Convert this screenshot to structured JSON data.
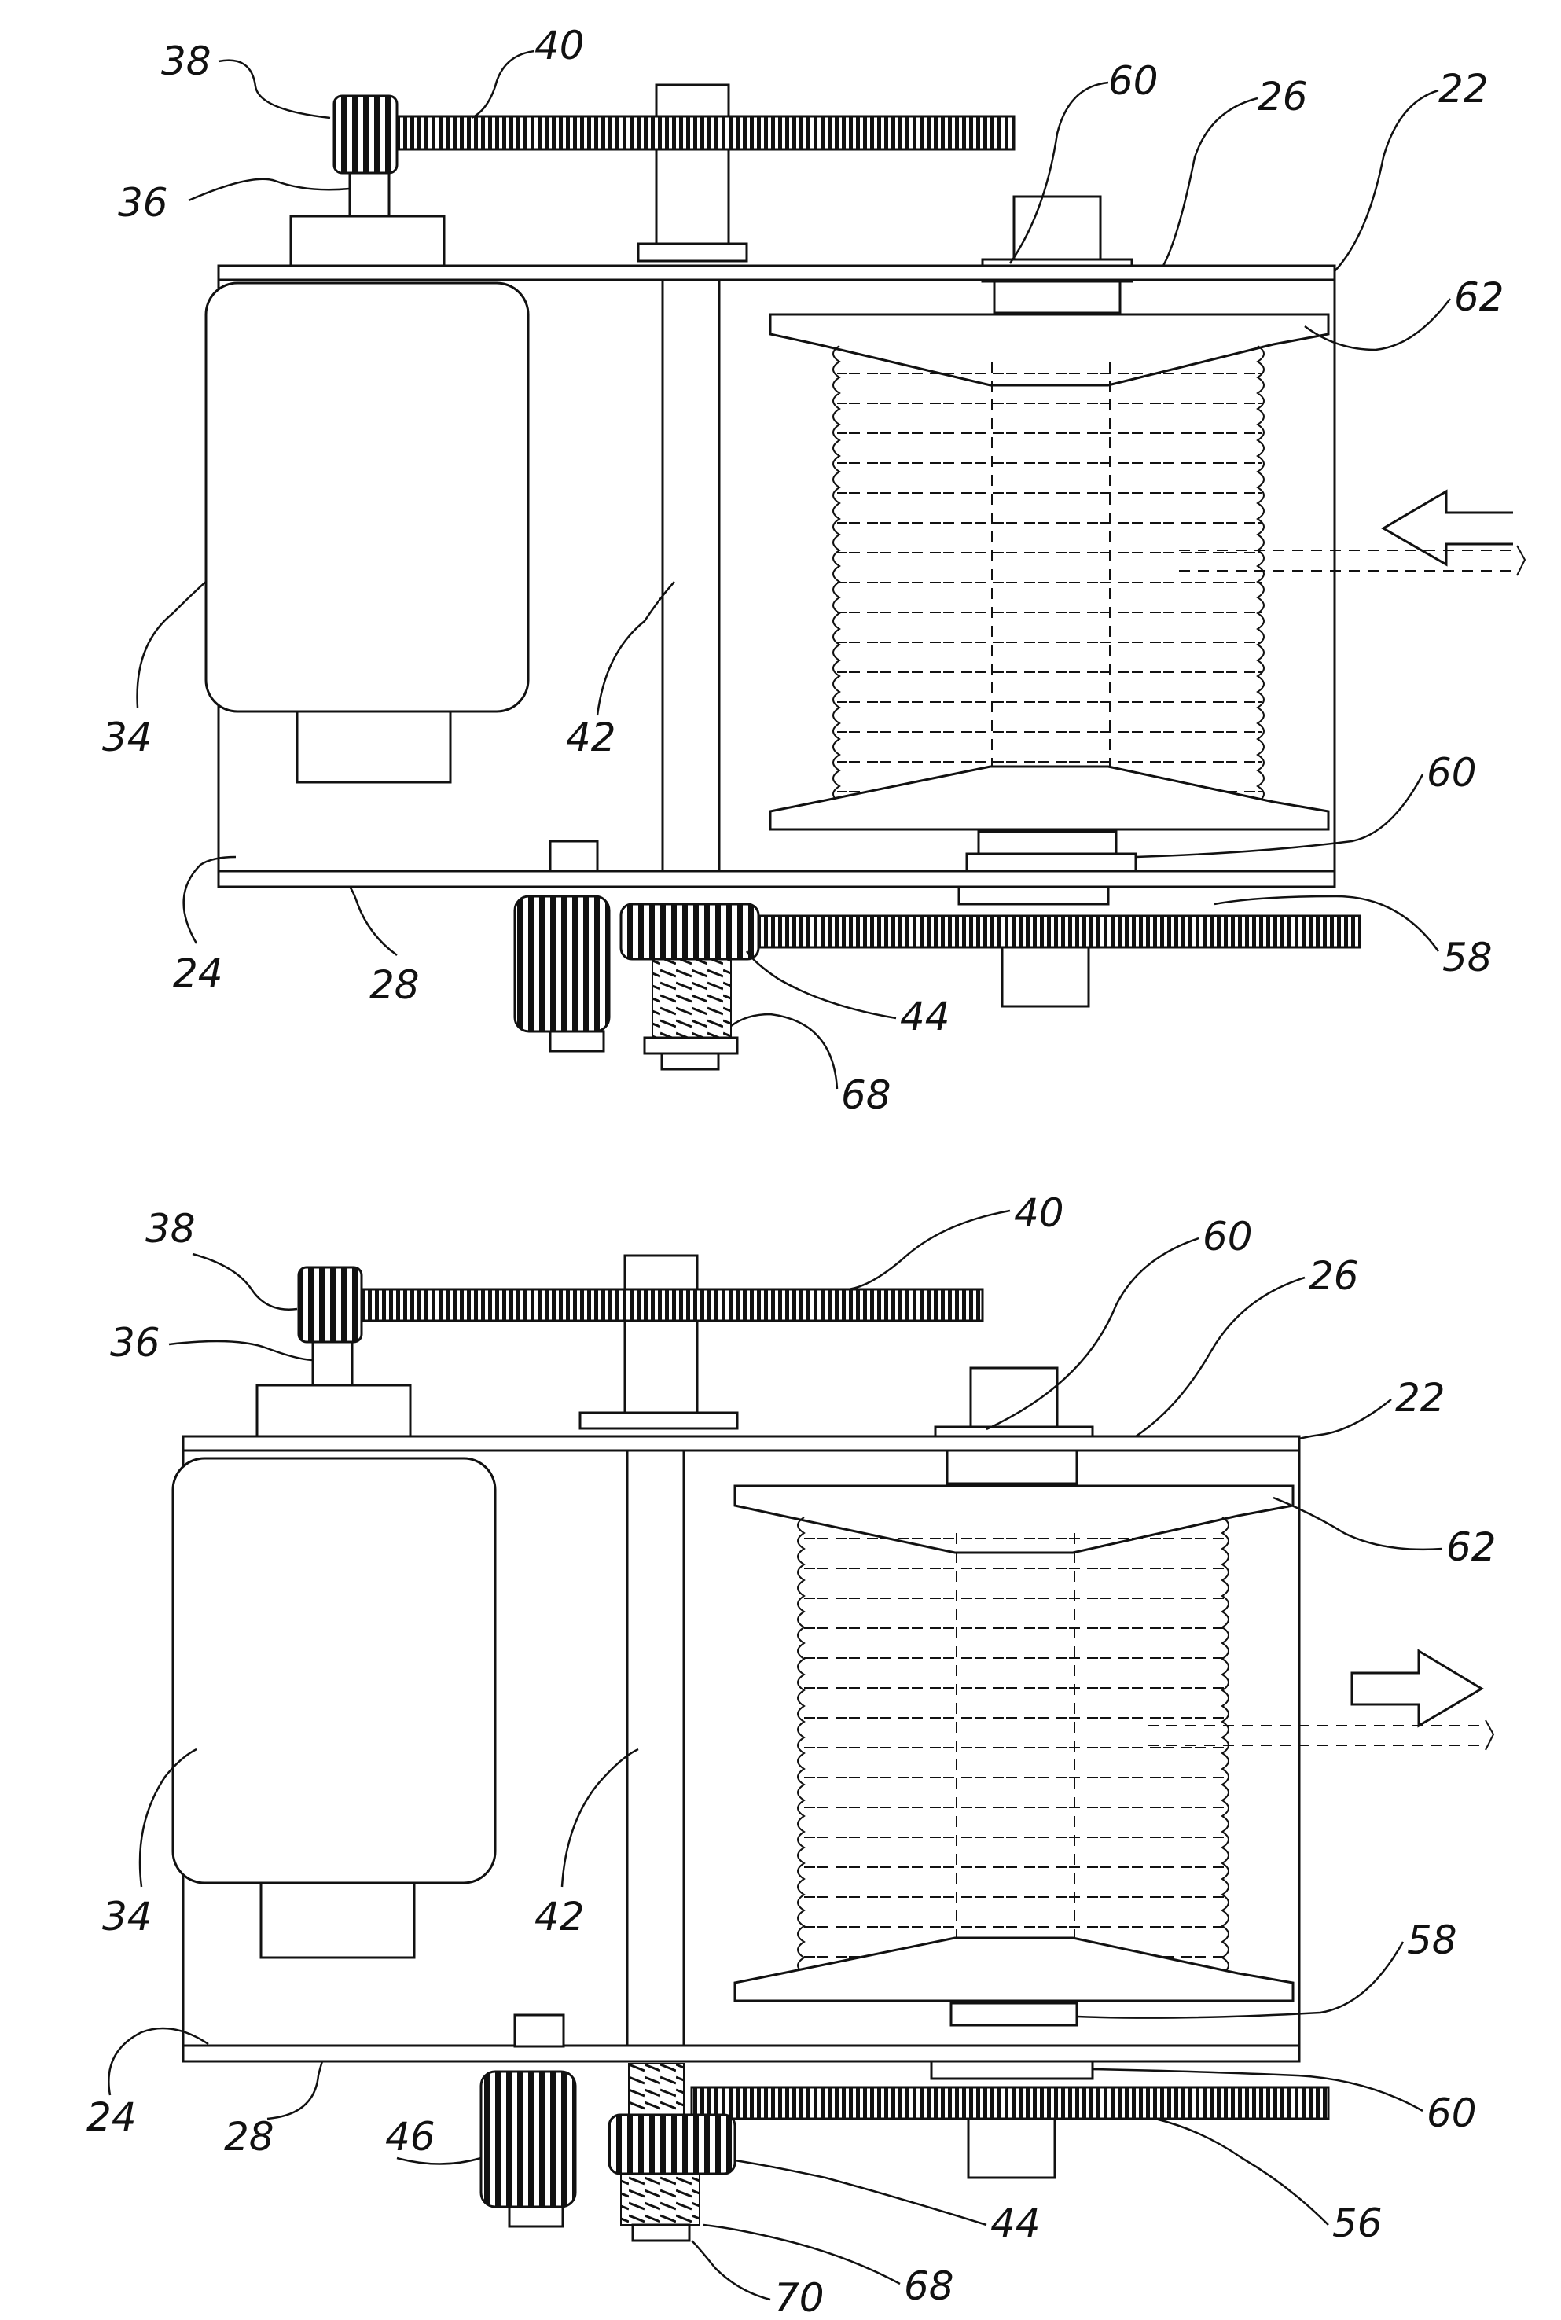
{
  "figure_top": {
    "labels": {
      "l38": "38",
      "l40": "40",
      "l60a": "60",
      "l26": "26",
      "l22": "22",
      "l36": "36",
      "l62": "62",
      "l34": "34",
      "l42": "42",
      "l60b": "60",
      "l24": "24",
      "l28": "28",
      "l58": "58",
      "l44": "44",
      "l68": "68"
    }
  },
  "figure_bottom": {
    "labels": {
      "l38": "38",
      "l40": "40",
      "l60a": "60",
      "l26": "26",
      "l36": "36",
      "l22": "22",
      "l62": "62",
      "l34": "34",
      "l42": "42",
      "l58": "58",
      "l24": "24",
      "l28": "28",
      "l60b": "60",
      "l46": "46",
      "l44": "44",
      "l56": "56",
      "l68": "68",
      "l70": "70"
    }
  }
}
